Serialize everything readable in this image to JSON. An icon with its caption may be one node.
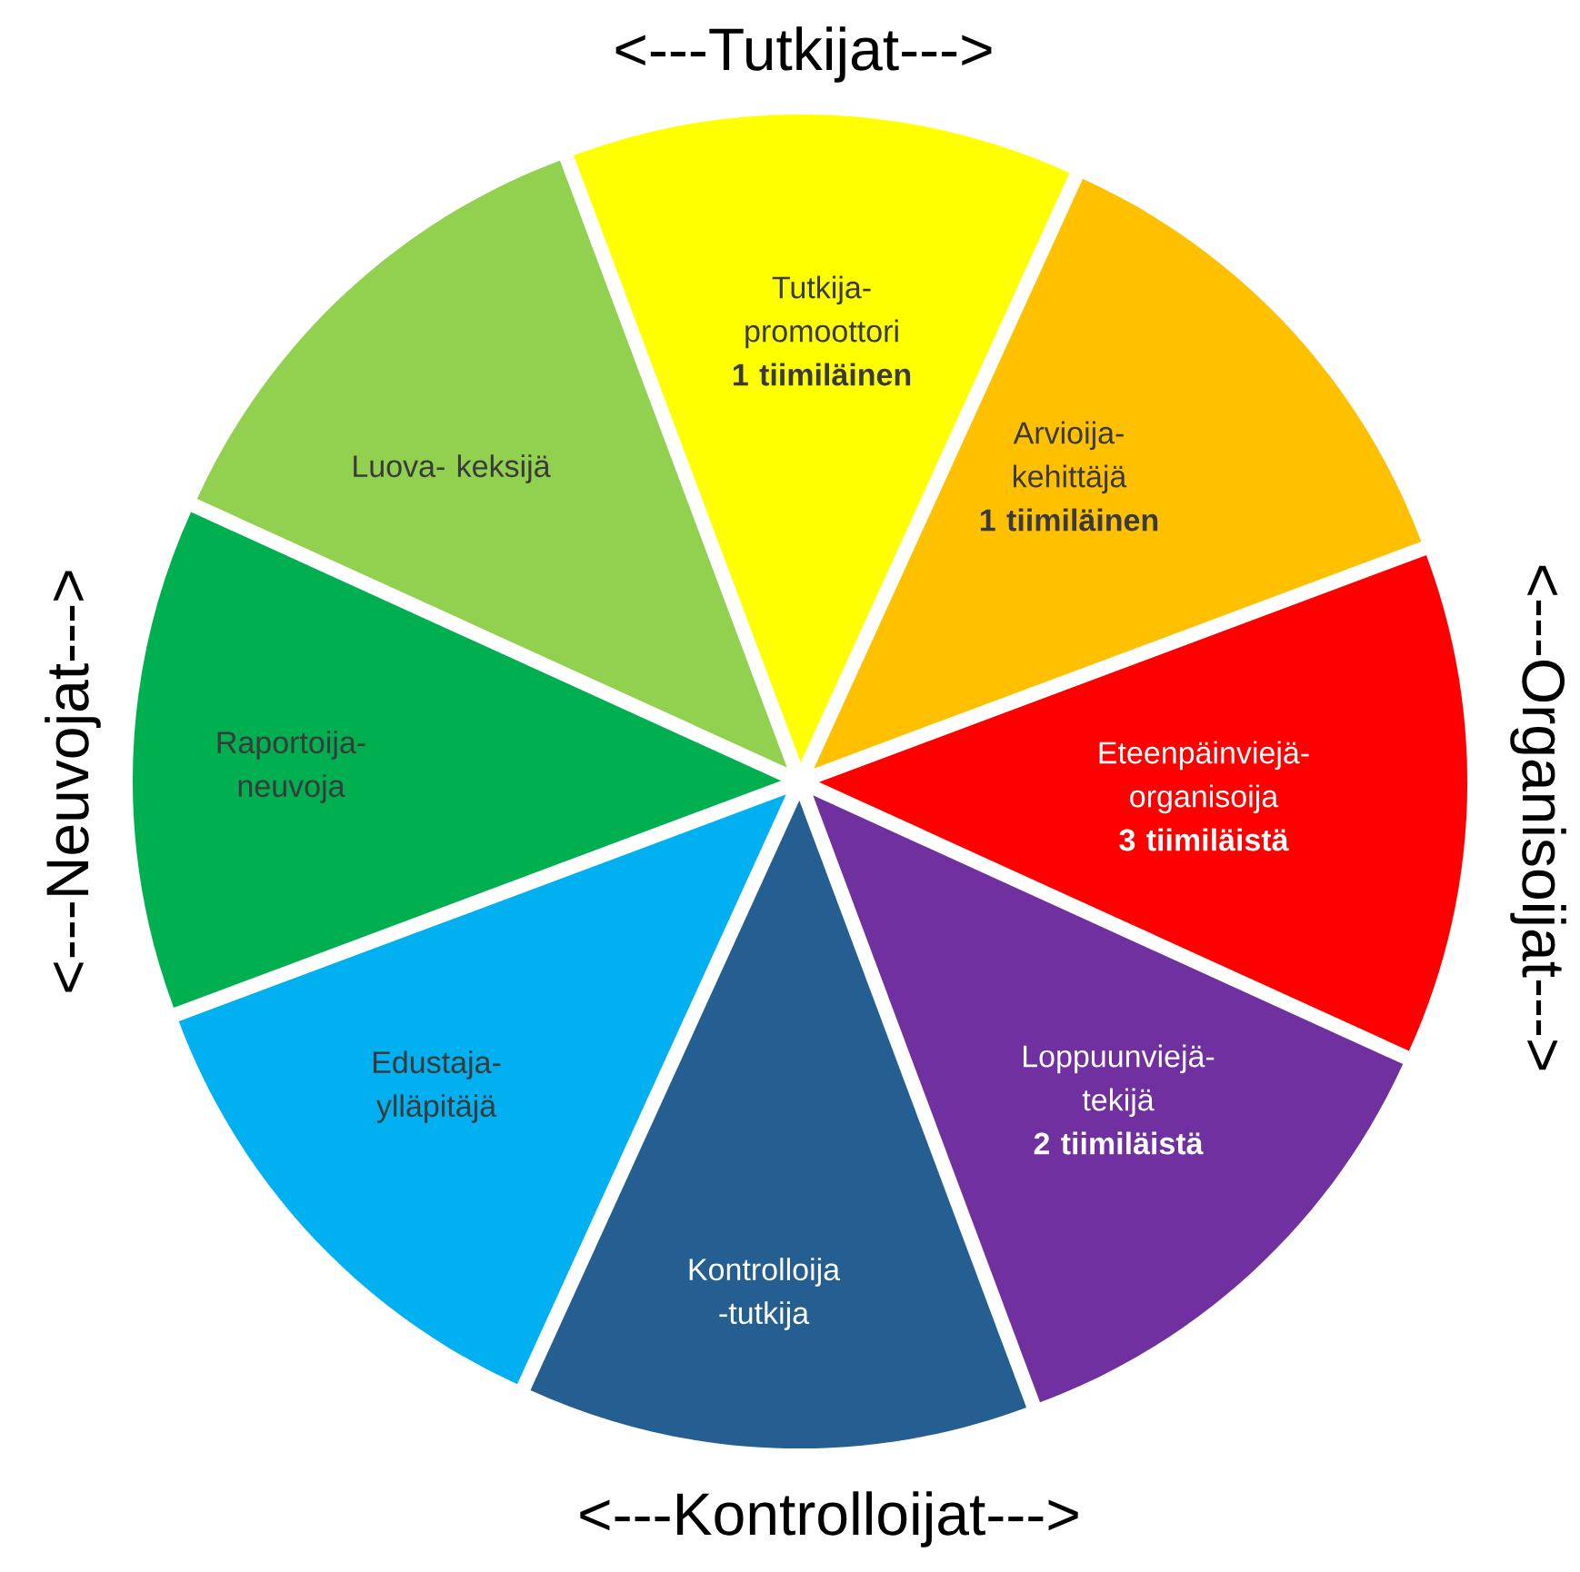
{
  "diagram": {
    "nodes": [
      {
        "text": [
          "Tutkija- promoottori",
          "1 tiimiläinen"
        ]
      },
      {
        "text": [
          "Arvioija- kehittäjä",
          "1 tiimiläinen"
        ]
      },
      {
        "text": [
          "Eteenpäinviejä- organisoija",
          "3 tiimiläistä"
        ]
      },
      {
        "text": [
          "Loppuunviejä- tekijä",
          "2 tiimiläistä"
        ]
      },
      {
        "text": [
          "Kontrolloija -tutkija"
        ]
      },
      {
        "text": [
          "Edustaja- ylläpitäjä"
        ]
      },
      {
        "text": [
          "Raportoija- neuvoja"
        ]
      },
      {
        "text": [
          "Luova- keksijä"
        ]
      }
    ],
    "labels": [
      "<---Tutkijat--->",
      "<---Neuvojat--->",
      "<---Organisoijat--->",
      "<---Kontrolloijat--->"
    ]
  }
}
